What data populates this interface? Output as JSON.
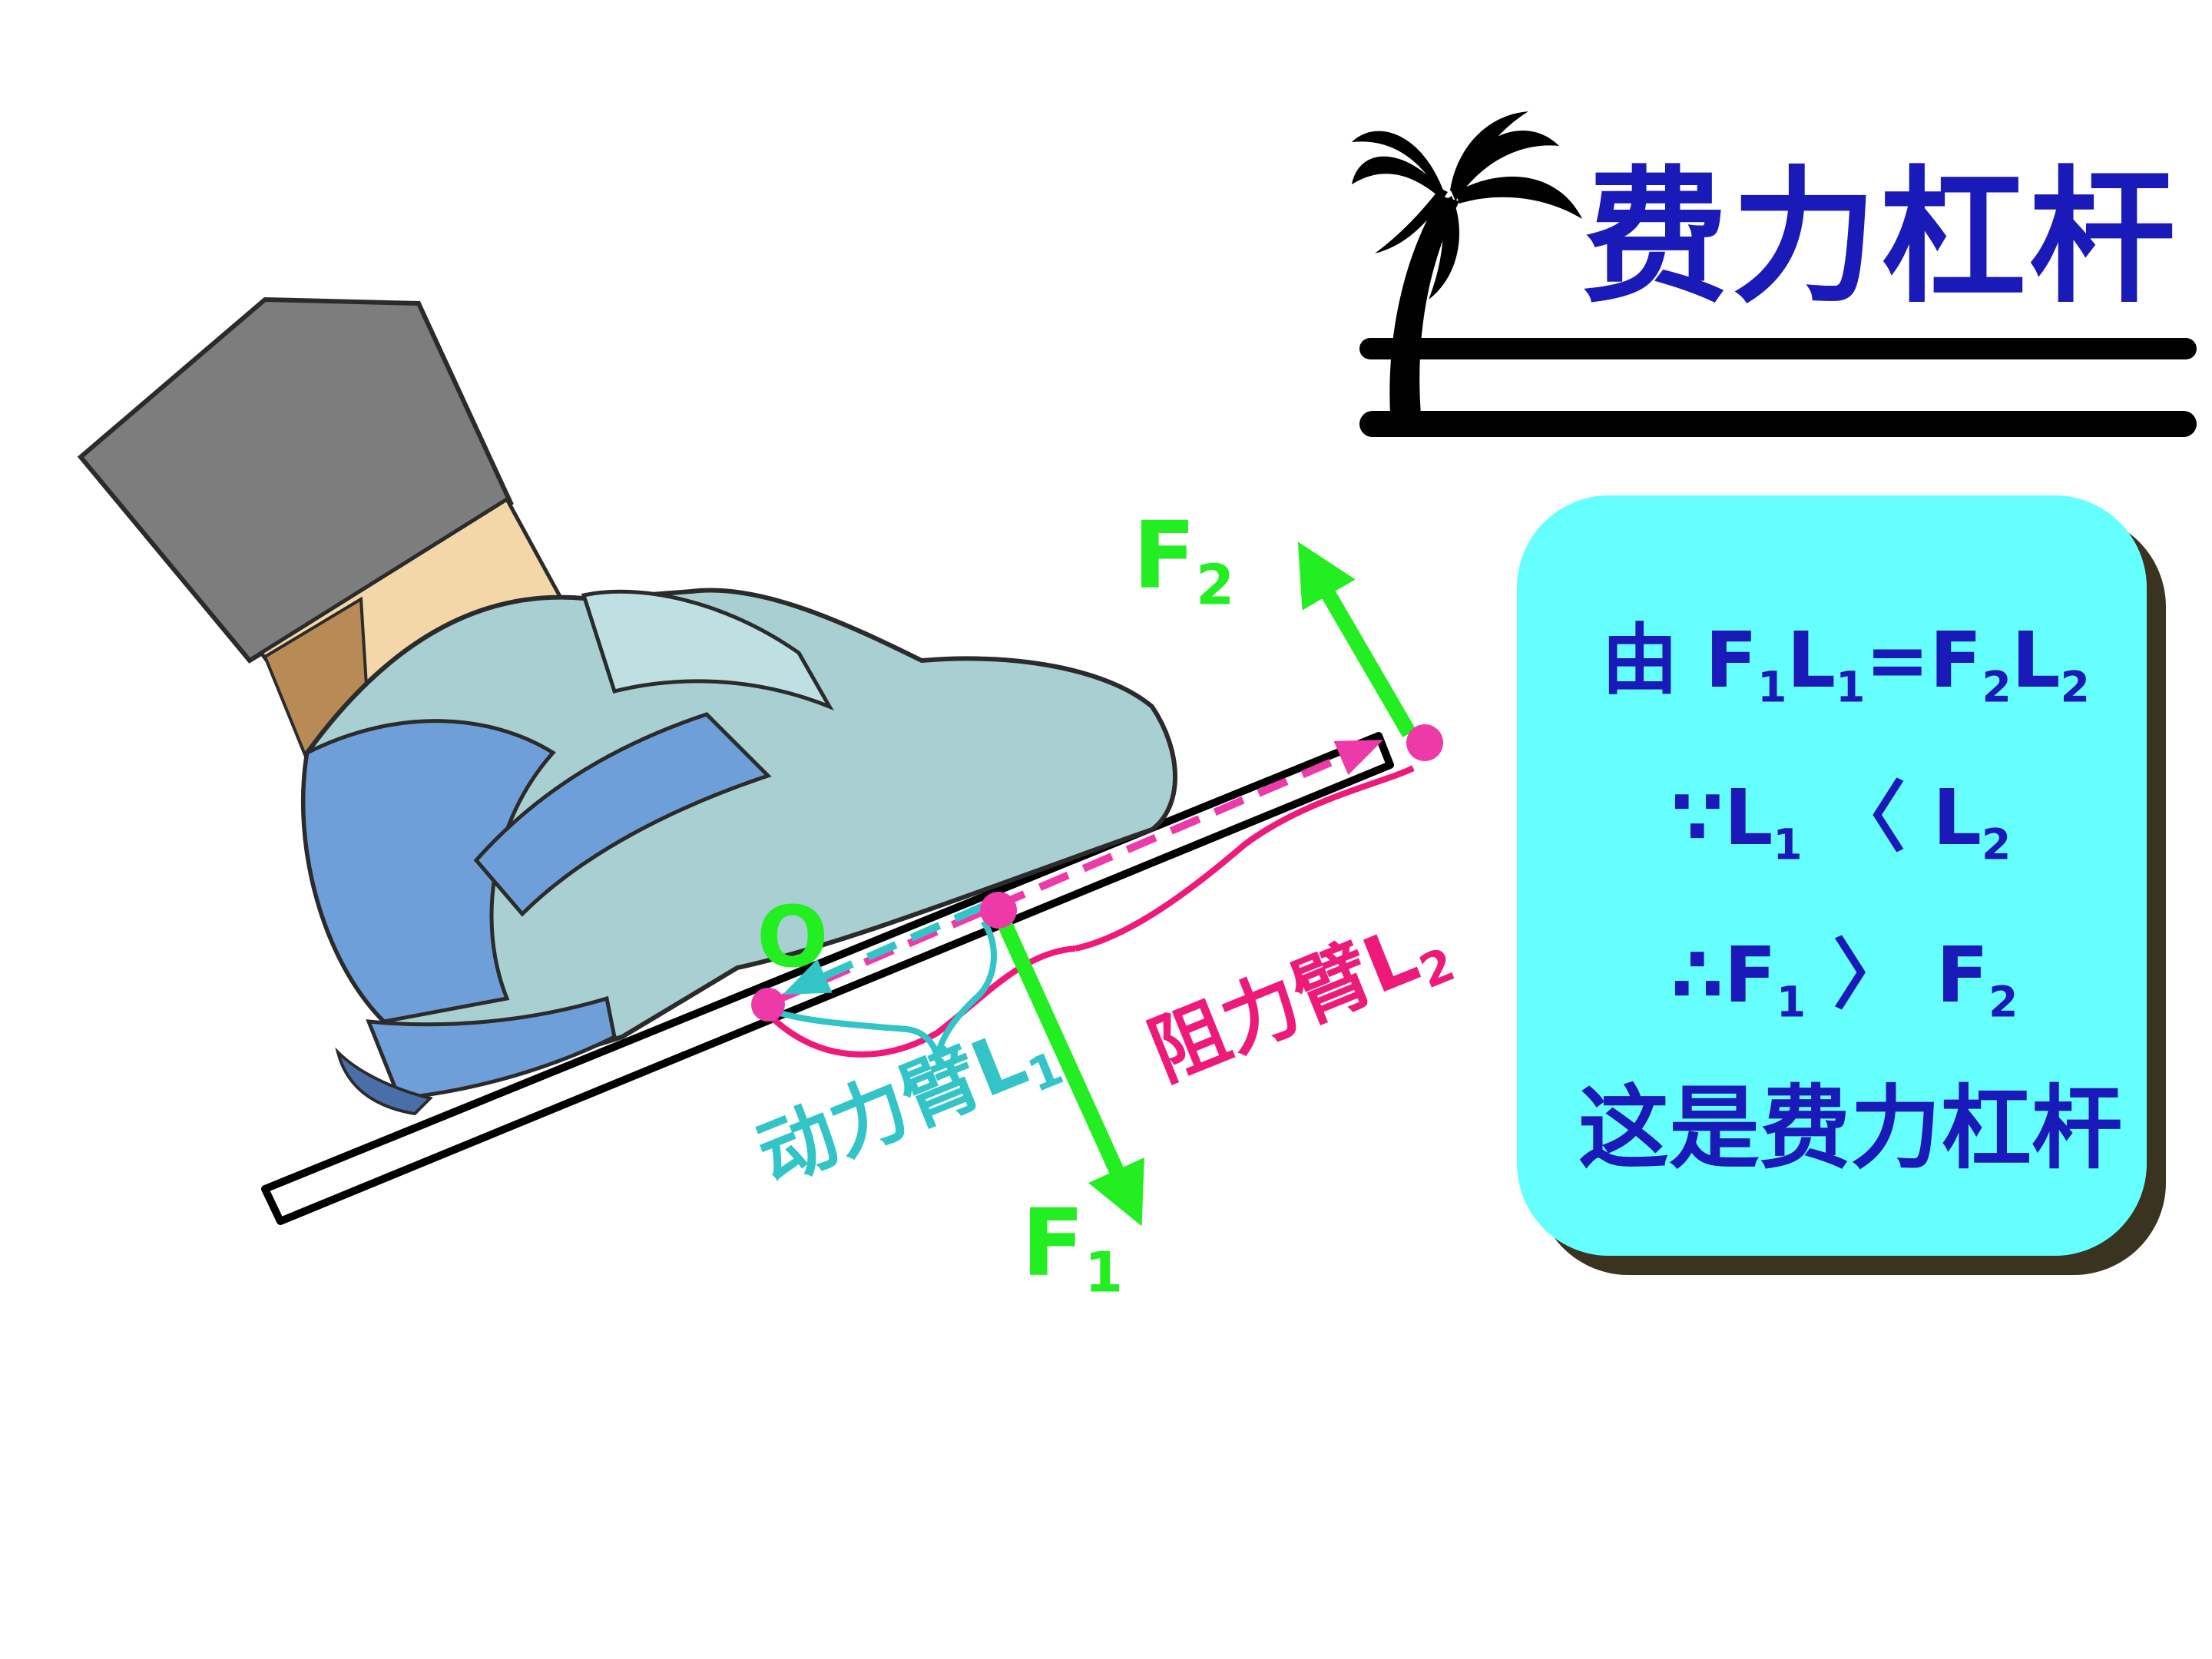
{
  "title": "费力杠杆",
  "panel": {
    "line1": {
      "prefix": "由 ",
      "F1": "F",
      "L1": "L",
      "eq": "=F",
      "L2": "L",
      "sub1": "1",
      "sub2": "2"
    },
    "line2": {
      "prefix": "∵L",
      "sub1": "1",
      "op": " 〈 ",
      "L": "L",
      "sub2": "2"
    },
    "line3": {
      "prefix": "∴F",
      "sub1": "1",
      "op": " 〉 ",
      "F": "F",
      "sub2": "2"
    },
    "conclusion": "这是费力杠杆"
  },
  "labels": {
    "pivot": "O",
    "F1": "F",
    "F1_sub": "1",
    "F2": "F",
    "F2_sub": "2",
    "effort_arm": "动力臂L",
    "effort_arm_sub": "1",
    "load_arm": "阻力臂L",
    "load_arm_sub": "2"
  },
  "colors": {
    "title": "#1a1ab8",
    "force": "#22ee22",
    "effort_arm": "#33c4c8",
    "load_arm": "#ee1a7a",
    "panel_bg": "#66ffff"
  }
}
